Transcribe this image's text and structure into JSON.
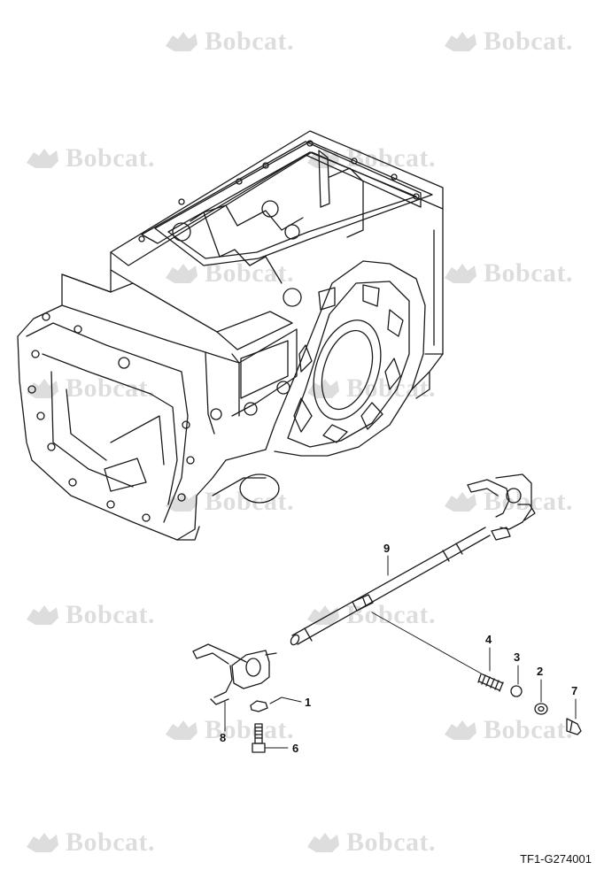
{
  "watermark": {
    "brand": "Bobcat."
  },
  "figure_id": "TF1-G274001",
  "callouts": [
    {
      "number": "1",
      "part": "shift-fork-pin"
    },
    {
      "number": "2",
      "part": "washer"
    },
    {
      "number": "3",
      "part": "detent-ball"
    },
    {
      "number": "4",
      "part": "detent-spring"
    },
    {
      "number": "6",
      "part": "bolt"
    },
    {
      "number": "7",
      "part": "plug"
    },
    {
      "number": "8",
      "part": "shift-fork"
    },
    {
      "number": "9",
      "part": "shift-rail"
    }
  ],
  "colors": {
    "line": "#1a1a1a",
    "watermark": "#000000",
    "background": "#ffffff"
  }
}
